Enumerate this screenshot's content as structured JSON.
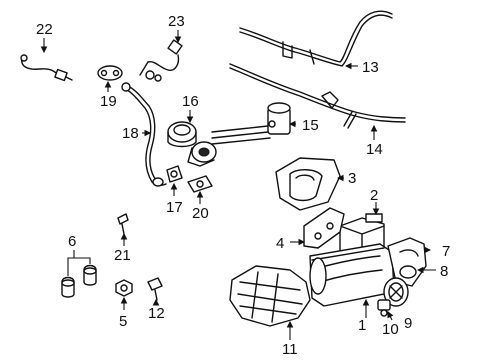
{
  "callouts": {
    "c1": "1",
    "c2": "2",
    "c3": "3",
    "c4": "4",
    "c5": "5",
    "c6": "6",
    "c7": "7",
    "c8": "8",
    "c9": "9",
    "c10": "10",
    "c11": "11",
    "c12": "12",
    "c13": "13",
    "c14": "14",
    "c15": "15",
    "c16": "16",
    "c17": "17",
    "c18": "18",
    "c19": "19",
    "c20": "20",
    "c21": "21",
    "c22": "22",
    "c23": "23"
  },
  "colors": {
    "line": "#111111",
    "background": "#ffffff"
  }
}
